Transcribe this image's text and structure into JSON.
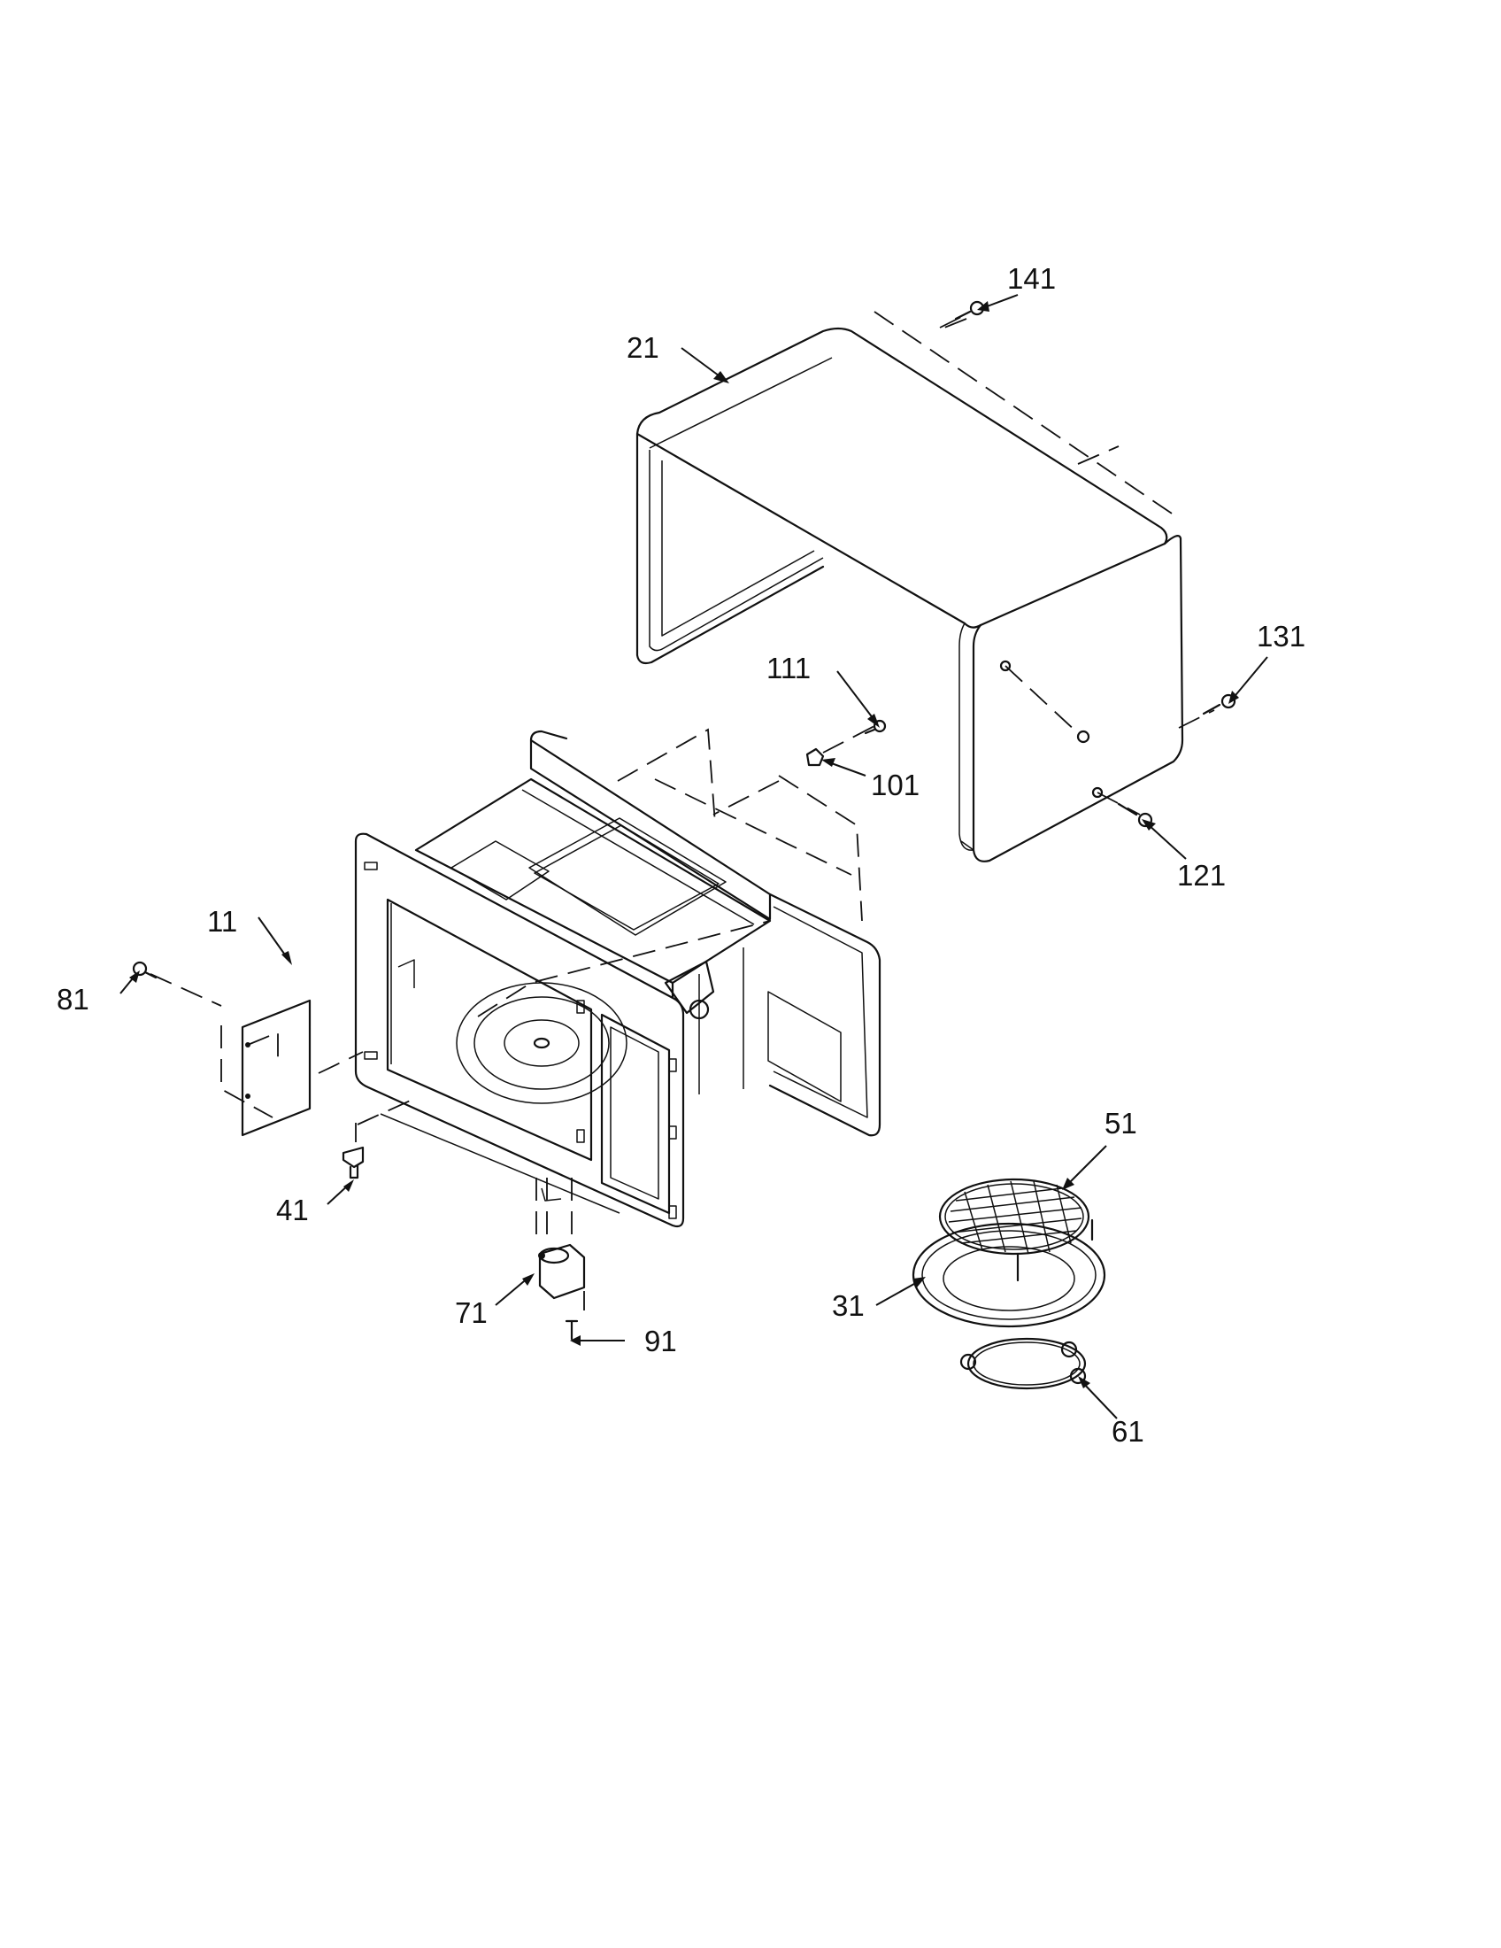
{
  "diagram": {
    "type": "exploded-parts-diagram",
    "colors": {
      "ink": "#111111",
      "background": "#ffffff"
    },
    "part_labels": {
      "p11": "11",
      "p21": "21",
      "p31": "31",
      "p41": "41",
      "p51": "51",
      "p61": "61",
      "p71": "71",
      "p81": "81",
      "p91": "91",
      "p101": "101",
      "p111": "111",
      "p121": "121",
      "p131": "131",
      "p141": "141"
    }
  }
}
